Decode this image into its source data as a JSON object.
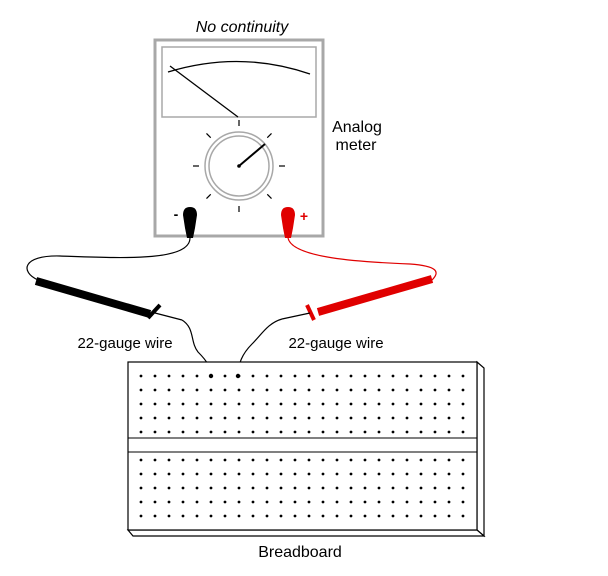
{
  "diagram": {
    "title": "No continuity",
    "meter_label": [
      "Analog",
      "meter"
    ],
    "neg_symbol": "-",
    "pos_symbol": "+",
    "left_wire_label": "22-gauge wire",
    "right_wire_label": "22-gauge wire",
    "breadboard_label": "Breadboard"
  },
  "colors": {
    "negative_lead": "#000000",
    "positive_lead": "#e00000",
    "meter_case": "#a8a8a8",
    "background": "#ffffff"
  }
}
